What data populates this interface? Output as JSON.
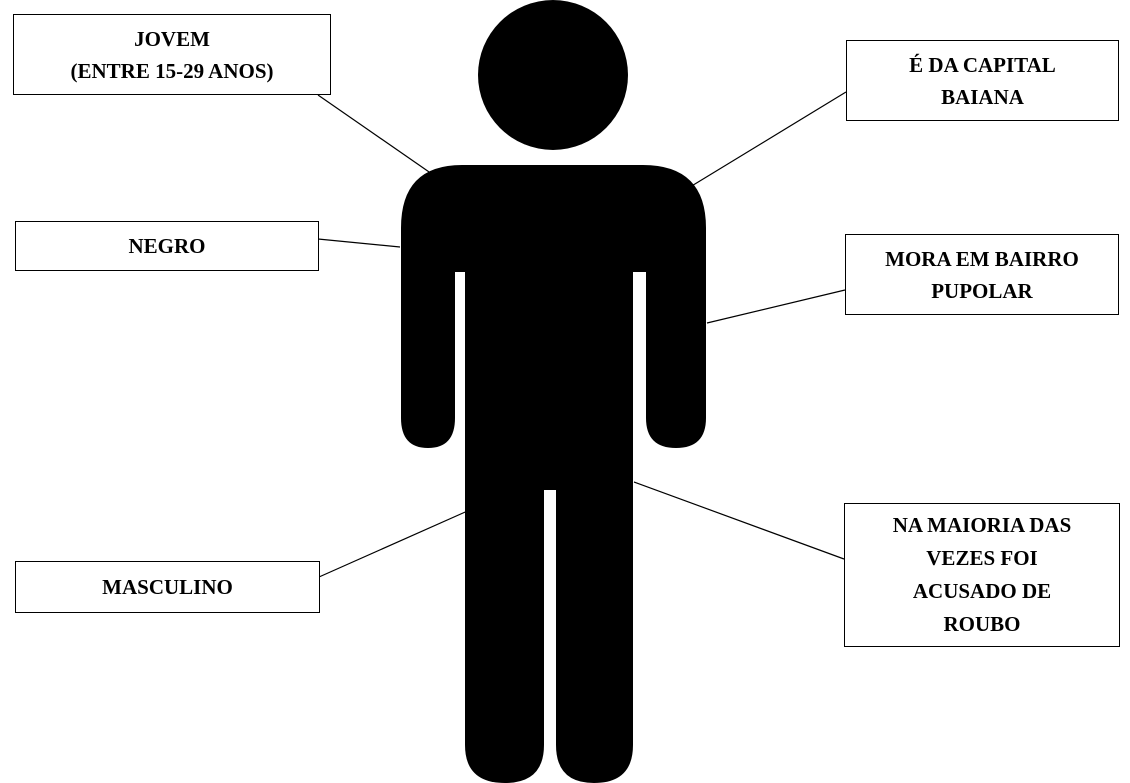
{
  "labels": {
    "young": "JOVEM\n(ENTRE 15-29 ANOS)",
    "capital": "É DA CAPITAL\nBAIANA",
    "black": "NEGRO",
    "neighborhood": "MORA EM BAIRRO\nPUPOLAR",
    "male": "MASCULINO",
    "robbery": "NA MAIORIA DAS\nVEZES FOI\nACUSADO DE\nROUBO"
  },
  "colors": {
    "figure": "#000000",
    "box_border": "#000000",
    "background": "#ffffff"
  },
  "icon": "person-silhouette-icon"
}
